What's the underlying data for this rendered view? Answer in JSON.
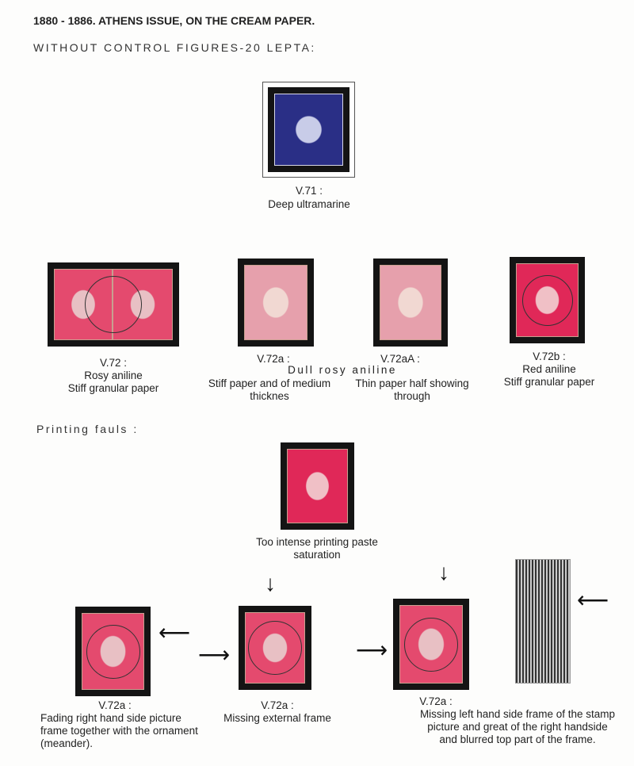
{
  "header": {
    "title": "1880 - 1886. ATHENS ISSUE, ON THE CREAM PAPER.",
    "subtitle": "WITHOUT CONTROL FIGURES-20 LEPTA:"
  },
  "v71": {
    "code": "V.71 :",
    "desc": "Deep ultramarine"
  },
  "v72": {
    "code": "V.72 :",
    "line1": "Rosy aniline",
    "line2": "Stiff granular paper"
  },
  "group_label": "Dull rosy aniline",
  "v72a": {
    "code": "V.72a :",
    "line1": "Stiff paper and of medium",
    "line2": "thicknes"
  },
  "v72aA": {
    "code": "V.72aA :",
    "line1": "Thin paper half showing",
    "line2": "through"
  },
  "v72b": {
    "code": "V.72b :",
    "line1": "Red aniline",
    "line2": "Stiff granular paper"
  },
  "faults_heading": "Printing fauls :",
  "fault_center": {
    "line1": "Too intense printing paste",
    "line2": "saturation"
  },
  "fault1": {
    "code": "V.72a :",
    "lines": [
      "Fading right hand side picture",
      "frame together with the ornament",
      "(meander)."
    ]
  },
  "fault2": {
    "code": "V.72a :",
    "lines": [
      "Missing external frame"
    ]
  },
  "fault3": {
    "code": "V.72a :",
    "lines": [
      "Missing left hand side frame of the stamp",
      "picture and great of the right handside",
      "and blurred top part of the frame."
    ]
  }
}
